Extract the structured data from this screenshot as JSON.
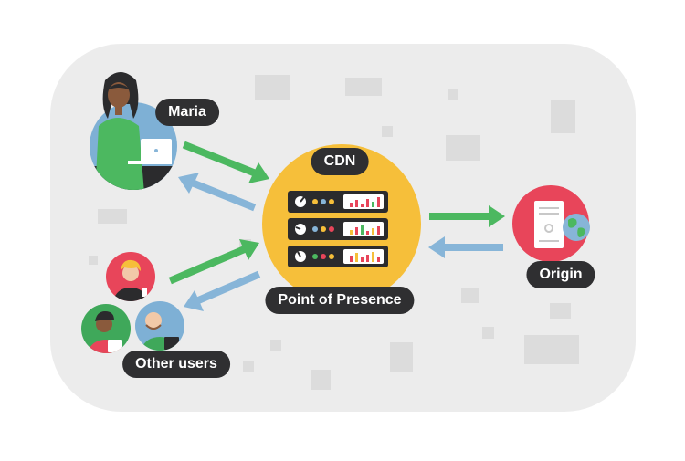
{
  "labels": {
    "maria": "Maria",
    "cdn": "CDN",
    "pop": "Point of Presence",
    "origin": "Origin",
    "other_users": "Other users"
  },
  "colors": {
    "background_panel": "#ececec",
    "background_block": "#dcdcdc",
    "pop_circle": "#f6bf3a",
    "origin_circle": "#e8455a",
    "maria_circle": "#7eb0d5",
    "user_red": "#e8455a",
    "user_green": "#3fa85a",
    "user_blue": "#7eb0d5",
    "request_arrow": "#4cb860",
    "response_arrow": "#87b5d8",
    "label_pill": "#2f2f31",
    "server_unit": "#2b2b2d"
  },
  "icons": {
    "maria": "woman-with-laptop-icon",
    "servers": "server-rack-icon",
    "origin": "server-with-globe-icon",
    "users": "user-avatar-icon"
  }
}
